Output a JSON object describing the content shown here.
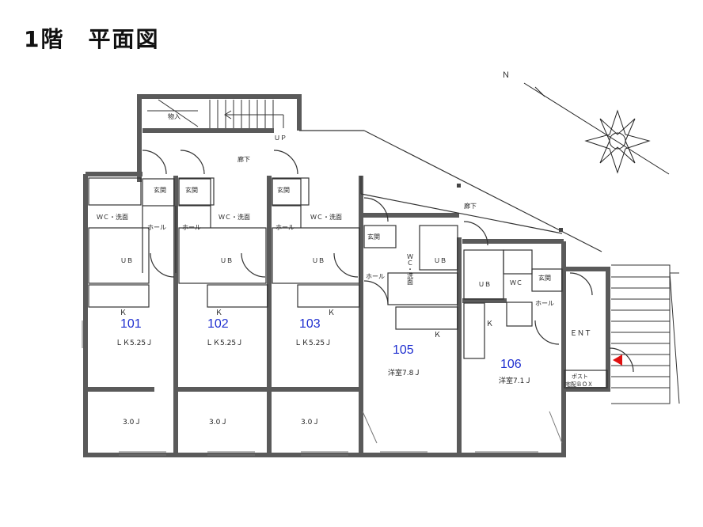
{
  "title": "1階　平面図",
  "units": [
    {
      "number": "101",
      "ldk": "ＬＫ5.25Ｊ",
      "room": "3.0Ｊ"
    },
    {
      "number": "102",
      "ldk": "ＬＫ5.25Ｊ",
      "room": "3.0Ｊ"
    },
    {
      "number": "103",
      "ldk": "ＬＫ5.25Ｊ",
      "room": "3.0Ｊ"
    },
    {
      "number": "105",
      "room": "洋室7.8Ｊ"
    },
    {
      "number": "106",
      "room": "洋室7.1Ｊ"
    }
  ],
  "labels": {
    "corridor": "廊下",
    "entrance": "玄関",
    "hall": "ホール",
    "wc_wash": "ＷＣ・洗面",
    "wc_wash_vertical": "ＷＣ・洗面",
    "wc": "ＷＣ",
    "ub": "ＵＢ",
    "kitchen": "Ｋ",
    "up": "ＵＰ",
    "storage": "物入",
    "ent": "ＥＮＴ",
    "post": "ポスト",
    "delivery_box": "宅配ＢＯＸ",
    "north": "Ｎ"
  },
  "colors": {
    "unit_number": "#1f2fd0",
    "wall": "#555555",
    "marker": "#e01010"
  }
}
